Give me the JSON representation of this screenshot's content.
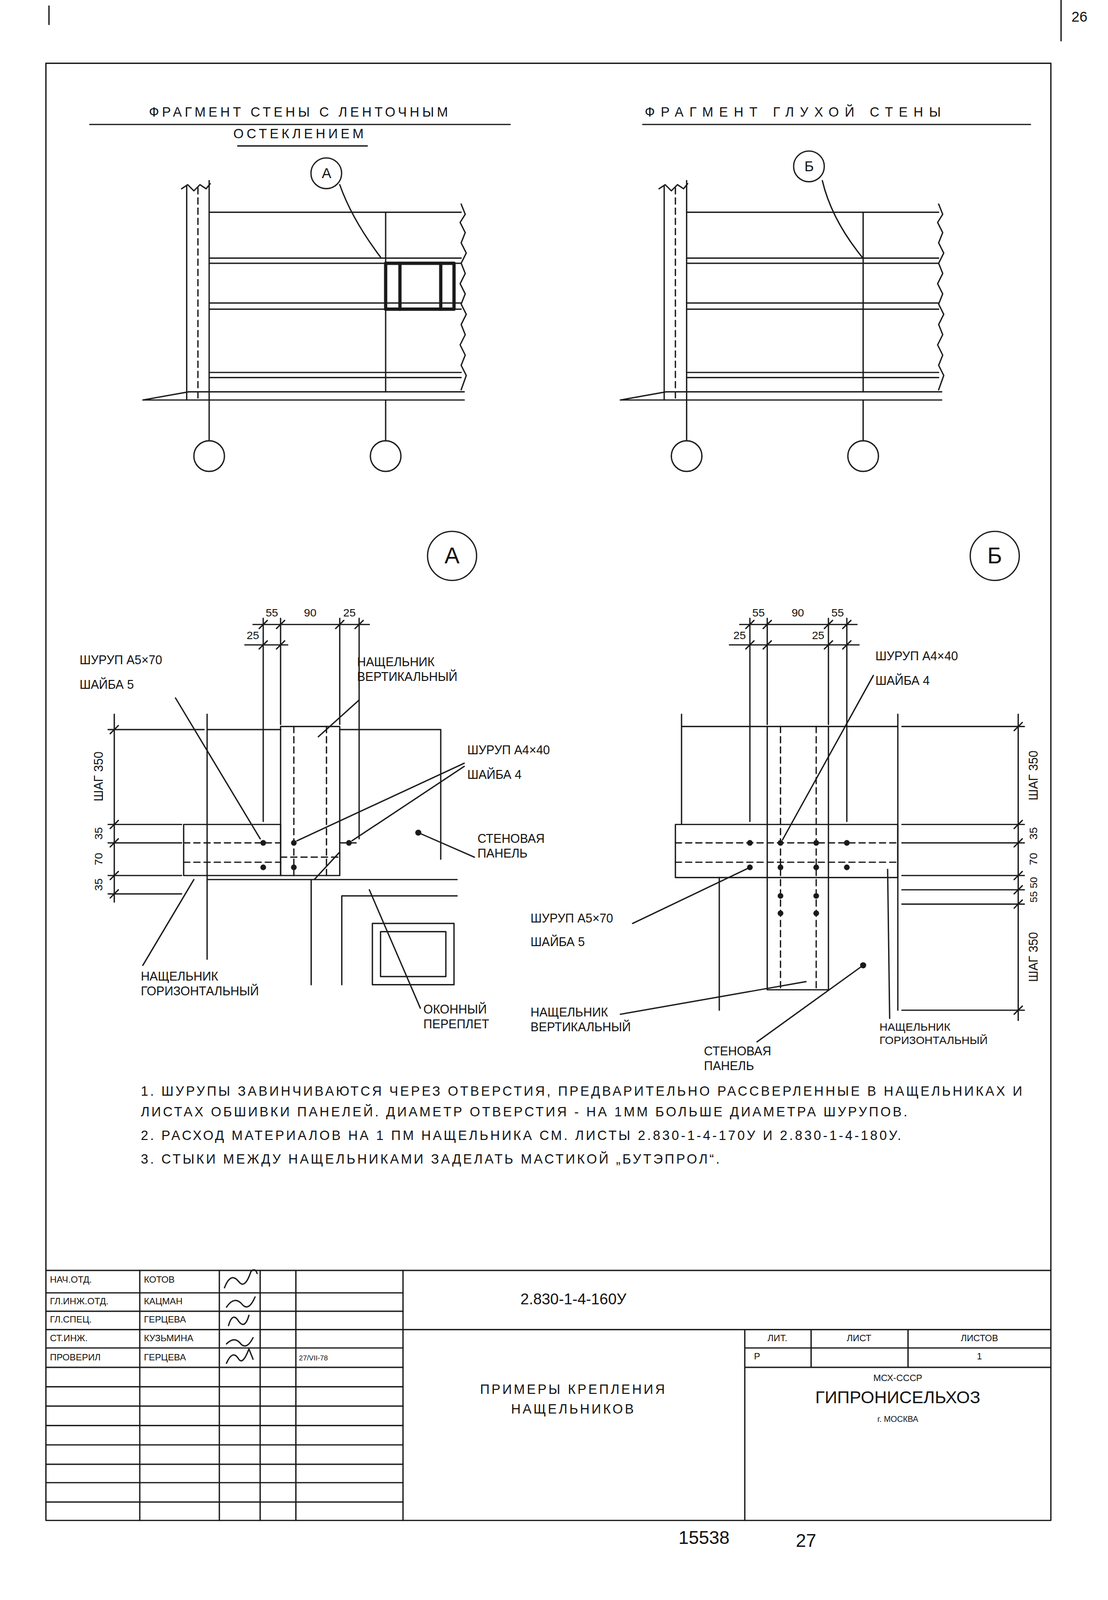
{
  "diagram": {
    "nodes": [
      {
        "text": [
          "А"
        ]
      },
      {
        "text": [
          "Б"
        ]
      },
      {
        "text": [
          "А"
        ]
      },
      {
        "text": [
          "Б"
        ]
      }
    ],
    "labels": [
      "ФРАГМЕНТ СТЕНЫ С ЛЕНТОЧНЫМ ОСТЕКЛЕНИЕМ",
      "ФРАГМЕНТ ГЛУХОЙ СТЕНЫ",
      "55",
      "90",
      "25",
      "25",
      "ШАГ 350",
      "35",
      "70",
      "35",
      "ШУРУП А5×70",
      "ШАЙБА 5",
      "НАЩЕЛЬНИК ВЕРТИКАЛЬНЫЙ",
      "ШУРУП А4×40",
      "ШАЙБА 4",
      "СТЕНОВАЯ ПАНЕЛЬ",
      "НАЩЕЛЬНИК ГОРИЗОНТАЛЬНЫЙ",
      "ОКОННЫЙ ПЕРЕПЛЕТ",
      "55",
      "90",
      "55",
      "25",
      "25",
      "ШУРУП А4×40",
      "ШАЙБА 4",
      "ШАГ 350",
      "35",
      "70",
      "50",
      "55",
      "ШАГ 350",
      "ШУРУП А5×70",
      "ШАЙБА 5",
      "НАЩЕЛЬНИК ВЕРТИКАЛЬНЫЙ",
      "СТЕНОВАЯ ПАНЕЛЬ",
      "НАЩЕЛЬНИК ГОРИЗОНТАЛЬНЫЙ",
      "1. ШУРУПЫ ЗАВИНЧИВАЮТСЯ ЧЕРЕЗ ОТВЕРСТИЯ, ПРЕДВАРИТЕЛЬНО РАССВЕРЛЕННЫЕ В НАЩЕЛЬНИКАХ И ЛИСТАХ ОБШИВКИ ПАНЕЛЕЙ. ДИАМЕТР ОТВЕРСТИЯ - НА 1ММ БОЛЬШЕ ДИАМЕТРА ШУРУПОВ.",
      "2. РАСХОД МАТЕРИАЛОВ НА 1 ПМ НАЩЕЛЬНИКА СМ. ЛИСТЫ 2.830-1-4-170У И 2.830-1-4-180У.",
      "3. СТЫКИ МЕЖДУ НАЩЕЛЬНИКАМИ ЗАДЕЛАТЬ МАСТИКОЙ „БУТЭПРОЛ“.",
      "НАЧ.ОТД.",
      "КОТОВ",
      "ГЛ.ИНЖ.ОТД.",
      "КАЦМАН",
      "ГЛ.СПЕЦ.",
      "ГЕРЦЕВА",
      "СТ.ИНЖ.",
      "КУЗЬМИНА",
      "ПРОВЕРИЛ",
      "ГЕРЦЕВА",
      "27/VII-78",
      "2.830-1-4-160У",
      "ЛИТ.",
      "ЛИСТ",
      "ЛИСТОВ",
      "Р",
      "1",
      "ПРИМЕРЫ КРЕПЛЕНИЯ НАЩЕЛЬНИКОВ",
      "МСХ-СССР",
      "ГИПРОНИСЕЛЬХОЗ",
      "г. МОСКВА",
      "15538",
      "27",
      "26"
    ]
  }
}
